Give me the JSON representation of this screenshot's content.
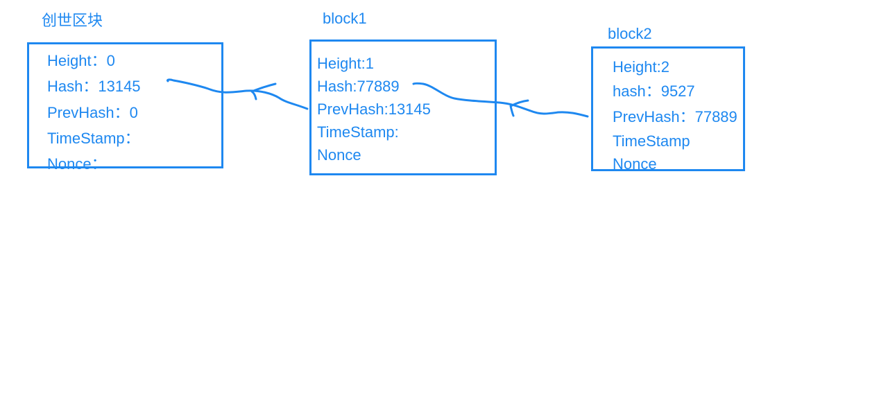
{
  "blocks": [
    {
      "title": "创世区块",
      "fields": [
        "Height：0",
        "Hash：13145",
        "PrevHash：0",
        "TimeStamp：",
        "Nonce："
      ]
    },
    {
      "title": "block1",
      "fields": [
        "Height:1",
        "Hash:77889",
        "PrevHash:13145",
        "TimeStamp:",
        "Nonce"
      ]
    },
    {
      "title": "block2",
      "fields": [
        "Height:2",
        "hash：9527",
        "PrevHash：77889",
        "TimeStamp",
        "Nonce"
      ]
    }
  ],
  "colors": {
    "ink": "#1e88f0"
  }
}
